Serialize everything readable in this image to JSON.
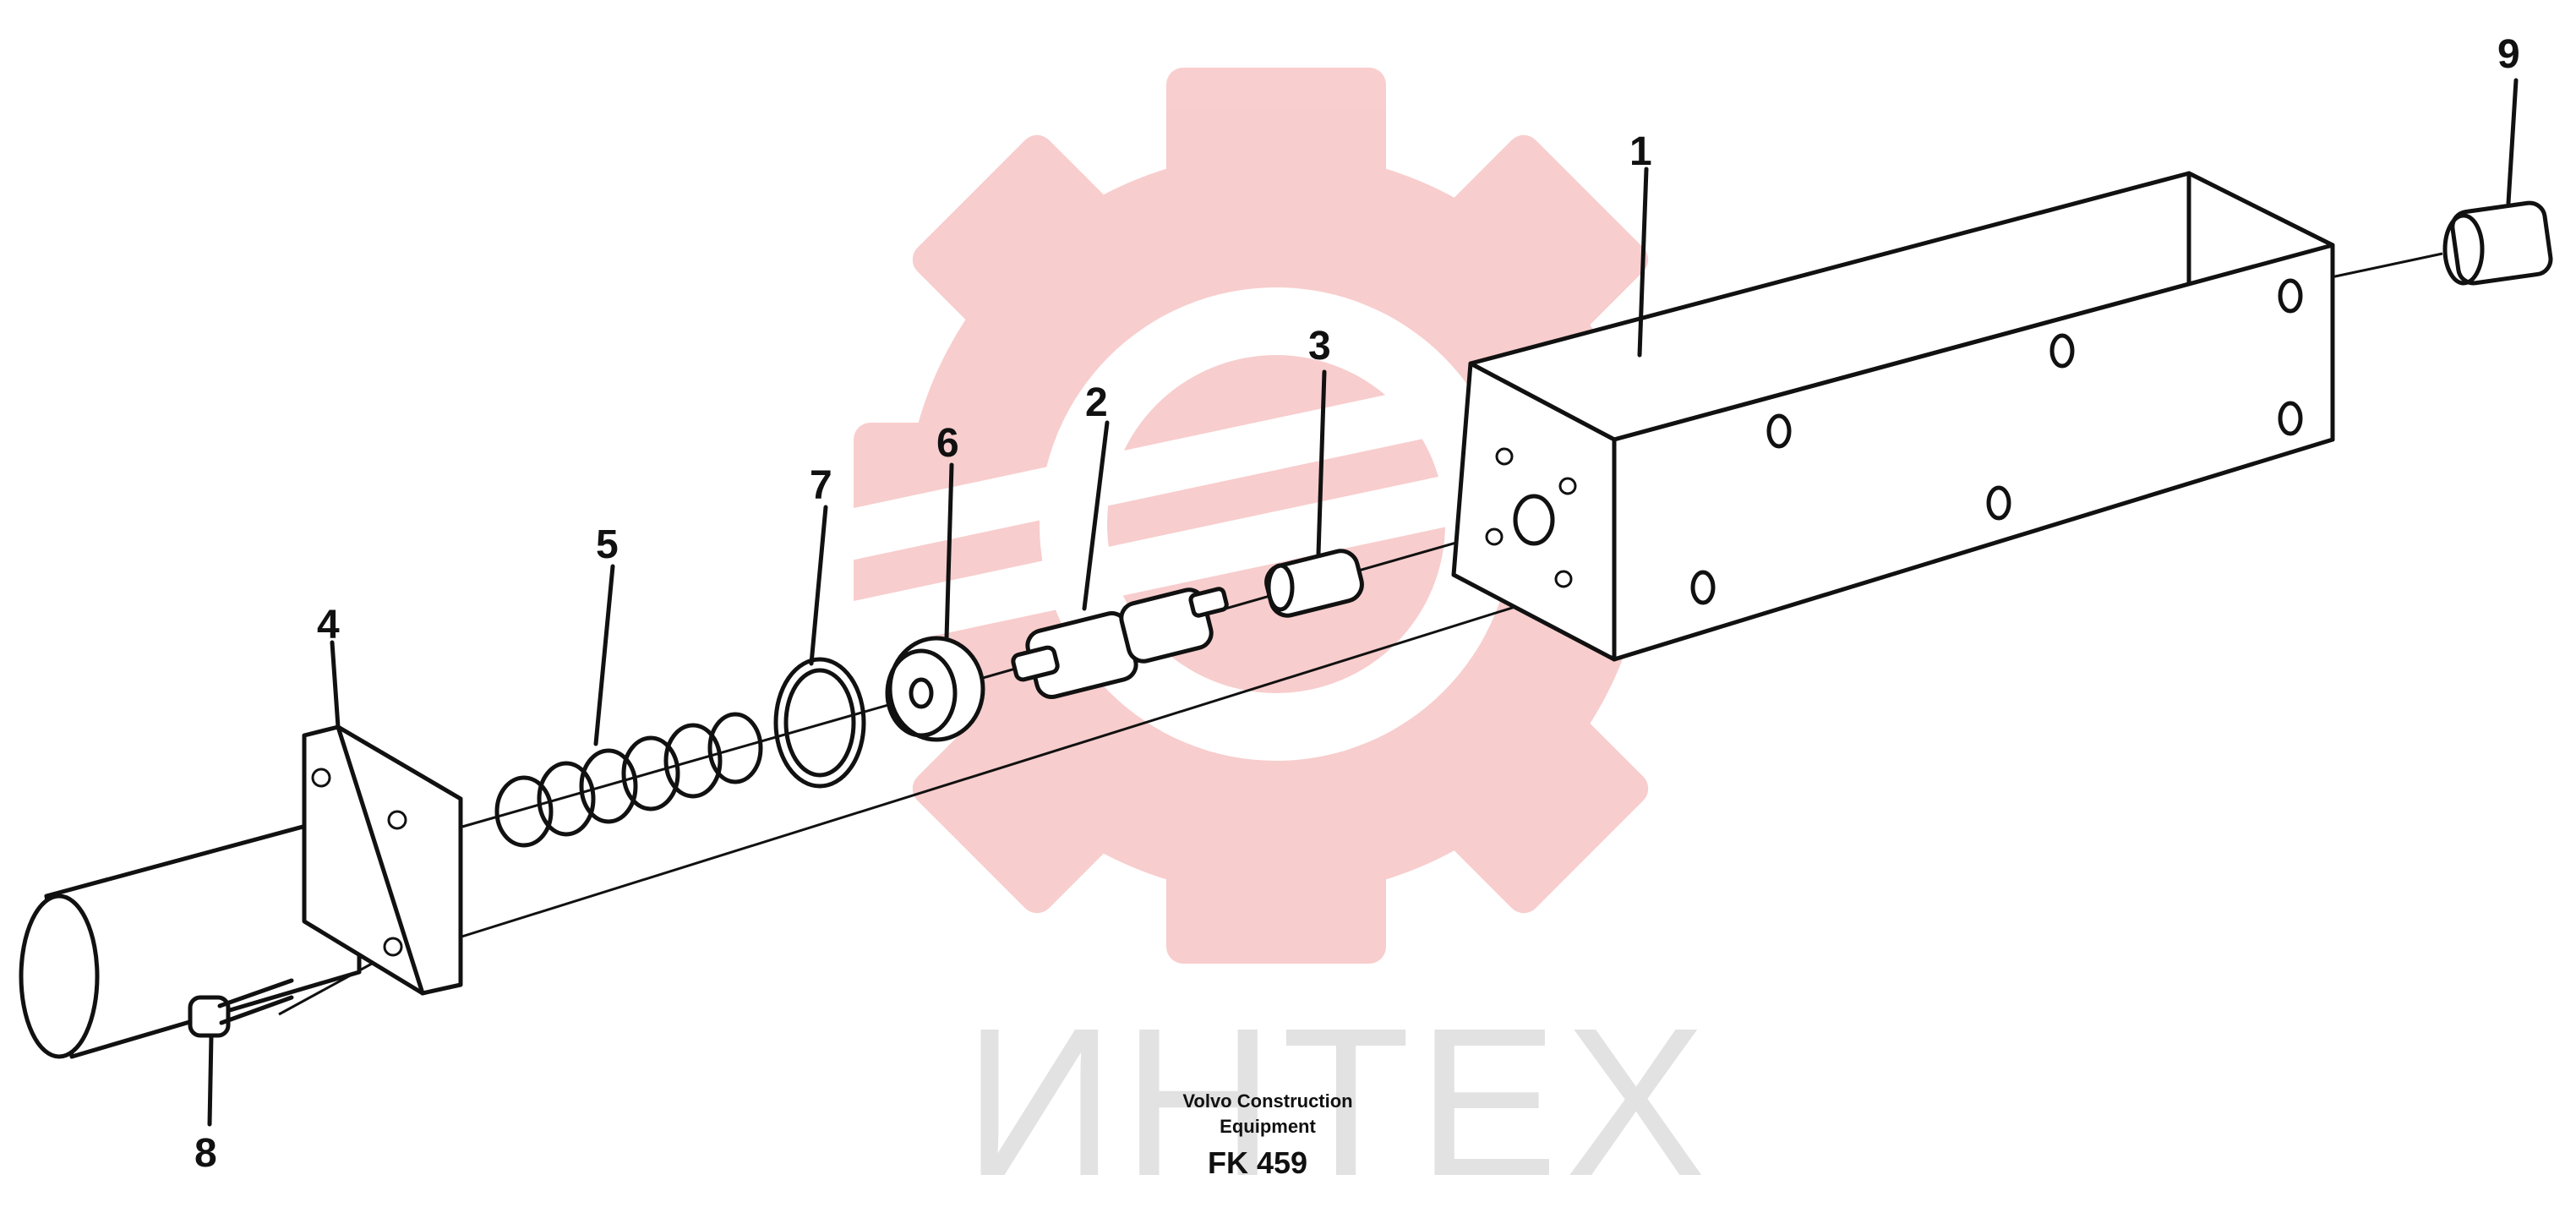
{
  "watermark": {
    "text": "ИНТЕХ",
    "color": "#f4a6a6"
  },
  "caption": {
    "line1": "Volvo Construction",
    "line2": "Equipment",
    "code": "FK 459"
  },
  "callouts": [
    "1",
    "2",
    "3",
    "4",
    "5",
    "6",
    "7",
    "8",
    "9"
  ]
}
